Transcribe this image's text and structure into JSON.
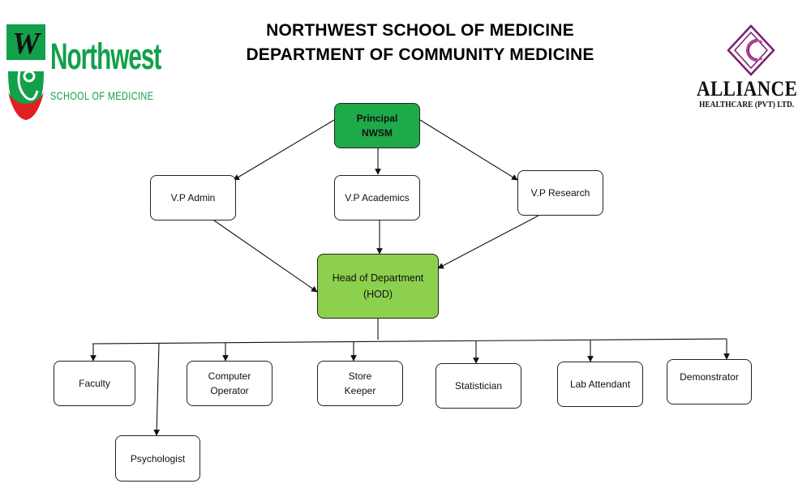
{
  "header": {
    "title_line1": "NORTHWEST SCHOOL OF MEDICINE",
    "title_line2": "DEPARTMENT OF COMMUNITY MEDICINE"
  },
  "logos": {
    "northwest": {
      "name": "Northwest",
      "subtitle": "SCHOOL OF MEDICINE",
      "mark": "W",
      "color": "#12a04b",
      "accent": "#e02020"
    },
    "alliance": {
      "name": "ALLIANCE",
      "subtitle": "HEALTHCARE (PVT) LTD.",
      "mark_color": "#7a1f6e"
    }
  },
  "org_chart": {
    "principal": {
      "line1": "Principal",
      "line2": "NWSM",
      "color": "#1faa4a"
    },
    "vps": [
      {
        "label": "V.P Admin"
      },
      {
        "label": "V.P Academics"
      },
      {
        "label": "V.P Research"
      }
    ],
    "hod": {
      "line1": "Head of Department",
      "line2": "(HOD)",
      "color": "#8cd04e"
    },
    "staff": [
      {
        "line1": "Faculty",
        "line2": ""
      },
      {
        "line1": "Psychologist",
        "line2": ""
      },
      {
        "line1": "Computer",
        "line2": "Operator"
      },
      {
        "line1": "Store",
        "line2": "Keeper"
      },
      {
        "line1": "Statistician",
        "line2": ""
      },
      {
        "line1": "Lab Attendant",
        "line2": ""
      },
      {
        "line1": "Demonstrator",
        "line2": ""
      }
    ]
  }
}
